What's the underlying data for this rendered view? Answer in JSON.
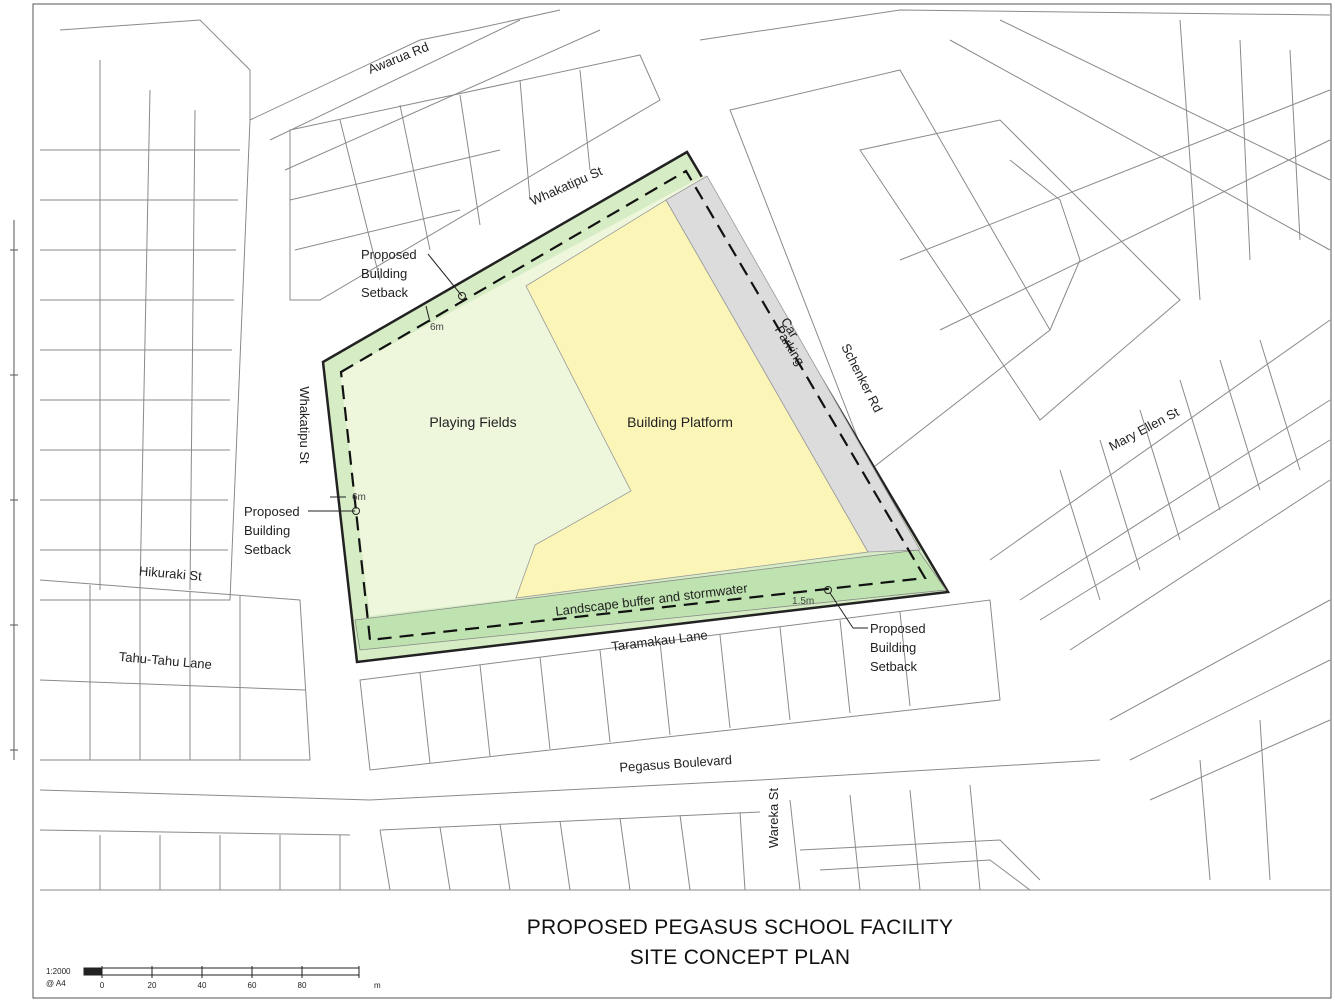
{
  "title": {
    "line1": "PROPOSED PEGASUS SCHOOL FACILITY",
    "line2": "SITE CONCEPT PLAN"
  },
  "roads": {
    "awarua": "Awarua Rd",
    "whakatipu_north": "Whakatipu St",
    "whakatipu_west": "Whakatipu St",
    "schenker": "Schenker Rd",
    "mary_ellen": "Mary Ellen St",
    "hikuraki": "Hikuraki St",
    "tahu_tahu": "Tahu-Tahu Lane",
    "taramakau": "Taramakau Lane",
    "pegasus": "Pegasus Boulevard",
    "wareka": "Wareka St"
  },
  "zones": {
    "playing_fields": "Playing Fields",
    "building_platform": "Building Platform",
    "car_parking_1": "Car",
    "car_parking_2": "Parking",
    "landscape": "Landscape buffer and stormwater"
  },
  "setback_notes": [
    {
      "line1": "Proposed",
      "line2": "Building",
      "line3": "Setback"
    },
    {
      "line1": "Proposed",
      "line2": "Building",
      "line3": "Setback"
    },
    {
      "line1": "Proposed",
      "line2": "Building",
      "line3": "Setback"
    }
  ],
  "dimensions": {
    "north": "6m",
    "west": "6m",
    "south": "1.5m"
  },
  "scale_bar": {
    "ratio": "1:2000",
    "sheet": "@ A4",
    "ticks": [
      "0",
      "20",
      "40",
      "60",
      "80"
    ],
    "unit": "m"
  },
  "colors": {
    "site_outer": "#d6ecc4",
    "playing_fields": "#eef6dc",
    "building_platform": "#fbf6b8",
    "car_parking": "#dcdcdc",
    "landscape_buffer": "#bfe3b0",
    "linework": "#8a8a8a"
  }
}
